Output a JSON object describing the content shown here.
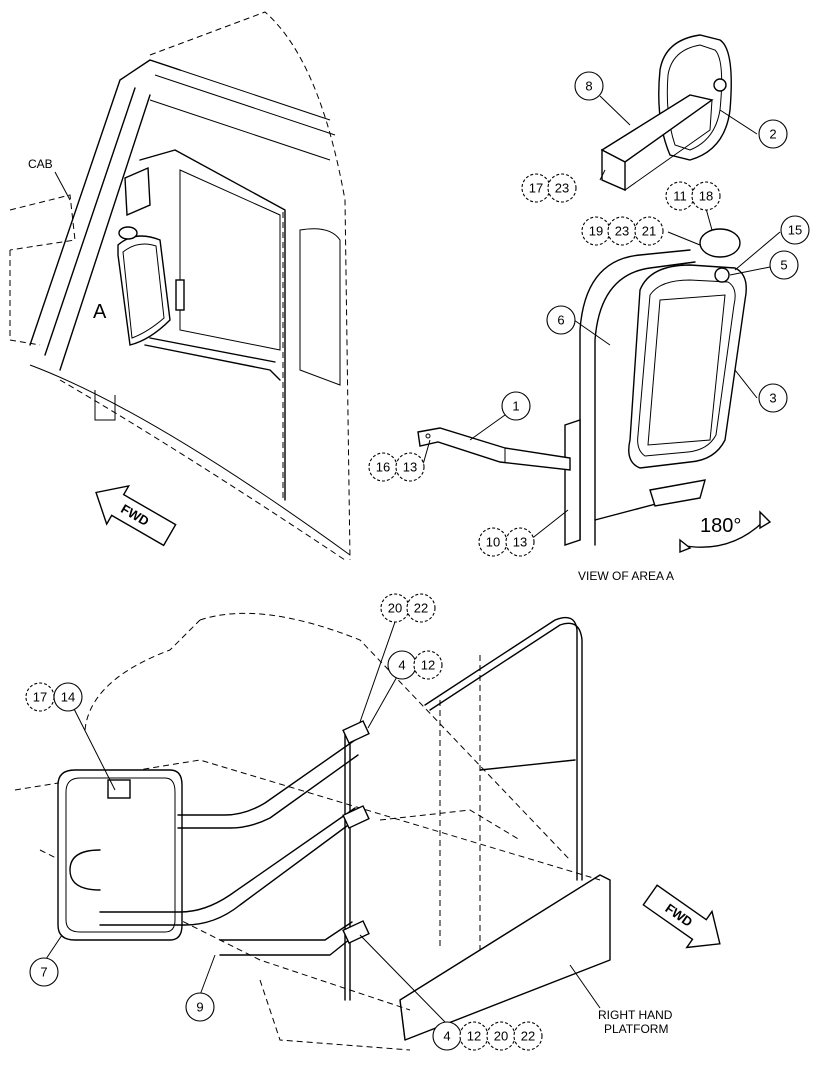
{
  "labels": {
    "cab": "CAB",
    "area": "A",
    "view": "VIEW OF AREA  A",
    "rotation": "180°",
    "fwd_top": "FWD",
    "fwd_bottom": "FWD",
    "platform_line1": "RIGHT HAND",
    "platform_line2": "PLATFORM"
  },
  "callouts": {
    "c1": "1",
    "c2": "2",
    "c3": "3",
    "c4a": "4",
    "c4b": "4",
    "c5": "5",
    "c6": "6",
    "c7": "7",
    "c8": "8",
    "c9": "9",
    "c10": "10",
    "c11": "11",
    "c12a": "12",
    "c12b": "12",
    "c13a": "13",
    "c13b": "13",
    "c14": "14",
    "c15": "15",
    "c16": "16",
    "c17a": "17",
    "c17b": "17",
    "c18": "18",
    "c19": "19",
    "c20a": "20",
    "c20b": "20",
    "c21": "21",
    "c22a": "22",
    "c22b": "22",
    "c23a": "23",
    "c23b": "23"
  }
}
